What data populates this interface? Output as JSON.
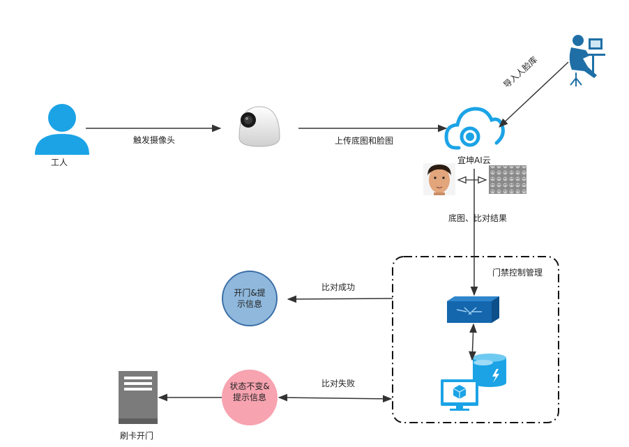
{
  "nodes": {
    "worker": "工人",
    "cloud": "宜坤AI云",
    "access_control": "门禁控制管理",
    "success_result": "开门&提示信息",
    "fail_result": "状态不变&提示信息",
    "card_door": "刷卡开门"
  },
  "edges": {
    "trigger_camera": "触发摄像头",
    "upload_images": "上传底图和脸图",
    "import_faces": "导入人脸库",
    "return_result": "底图、比对结果",
    "match_success": "比对成功",
    "match_fail": "比对失败"
  },
  "colors": {
    "person_blue": "#1ba3e6",
    "cloud_blue": "#1ba3e6",
    "admin_blue": "#1f6fa6",
    "router_blue": "#1466ad",
    "success_fill": "#8fb8dc",
    "success_stroke": "#3b6ea5",
    "fail_fill": "#f7a3b0",
    "server_gray": "#7b7b7b",
    "arrow": "#333333"
  },
  "icons": [
    "worker-person-icon",
    "dome-camera-icon",
    "cloud-icon",
    "admin-workstation-icon",
    "face-photo-icon",
    "face-library-icon",
    "router-icon",
    "database-icon",
    "monitor-icon",
    "server-icon"
  ]
}
